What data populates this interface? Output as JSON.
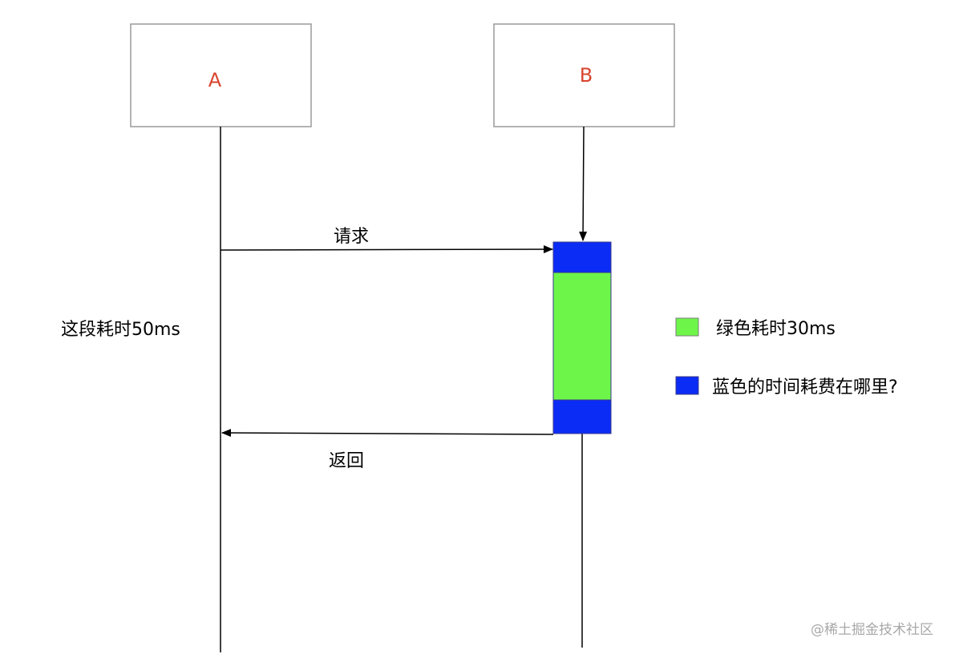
{
  "actors": {
    "a": {
      "label": "A"
    },
    "b": {
      "label": "B"
    }
  },
  "messages": {
    "request": {
      "label": "请求"
    },
    "return": {
      "label": "返回"
    }
  },
  "annotation": {
    "duration_text": "这段耗时50ms"
  },
  "legend": {
    "green": {
      "label": "绿色耗时30ms",
      "color": "#6ef54a"
    },
    "blue": {
      "label": "蓝色的时间耗费在哪里?",
      "color": "#0a2cf5"
    }
  },
  "watermark": {
    "text": "@稀土掘金技术社区"
  },
  "colors": {
    "actor_label": "#d9442f",
    "activation_blue": "#0a2cf5",
    "activation_green": "#6ef54a"
  }
}
